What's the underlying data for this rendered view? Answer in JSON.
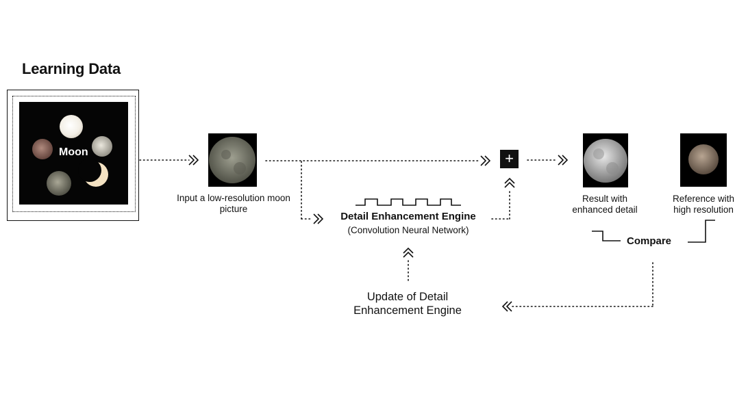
{
  "learning_data": {
    "heading": "Learning Data",
    "center_label": "Moon"
  },
  "input_label": "Input a low-resolution moon picture",
  "engine": {
    "title": "Detail Enhancement Engine",
    "subtitle": "(Convolution Neural Network)"
  },
  "plus_symbol": "+",
  "result_label": "Result with enhanced detail",
  "reference_label": "Reference with high resolution",
  "compare_label": "Compare",
  "update_label": "Update of Detail Enhancement Engine",
  "icons": [
    "moon-photo",
    "plus-icon",
    "chevron-double-right-icon",
    "chevron-double-up-icon",
    "chevron-double-left-icon",
    "square-wave-icon"
  ]
}
